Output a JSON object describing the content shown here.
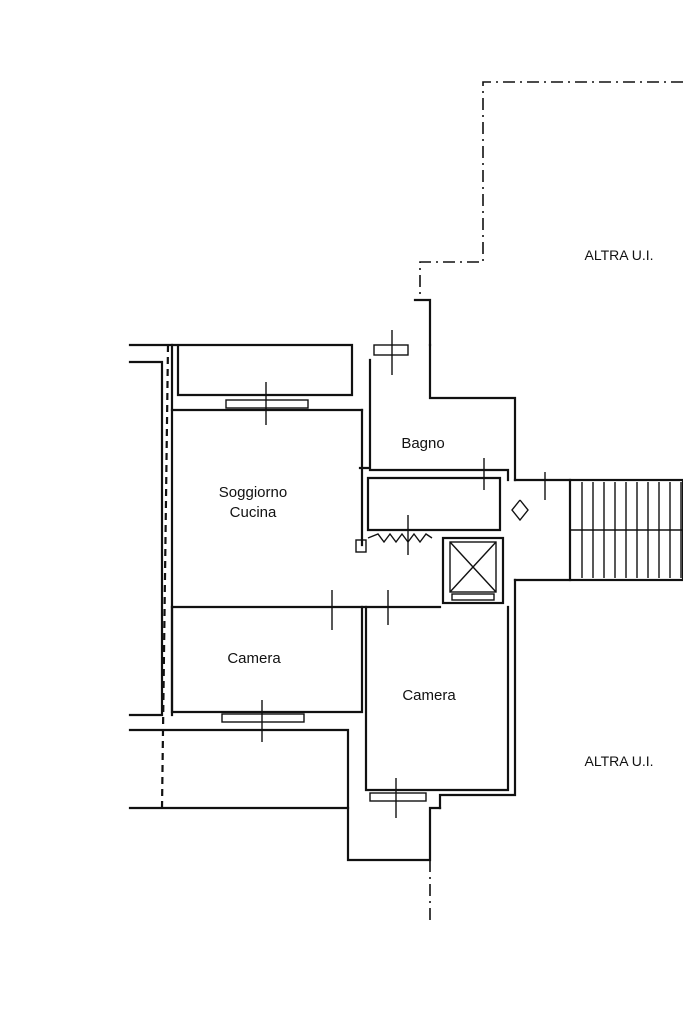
{
  "rooms": {
    "soggiorno_line1": "Soggiorno",
    "soggiorno_line2": "Cucina",
    "bagno": "Bagno",
    "camera_left": "Camera",
    "camera_right": "Camera"
  },
  "neighbours": {
    "top": "ALTRA U.I.",
    "bottom": "ALTRA U.I."
  }
}
